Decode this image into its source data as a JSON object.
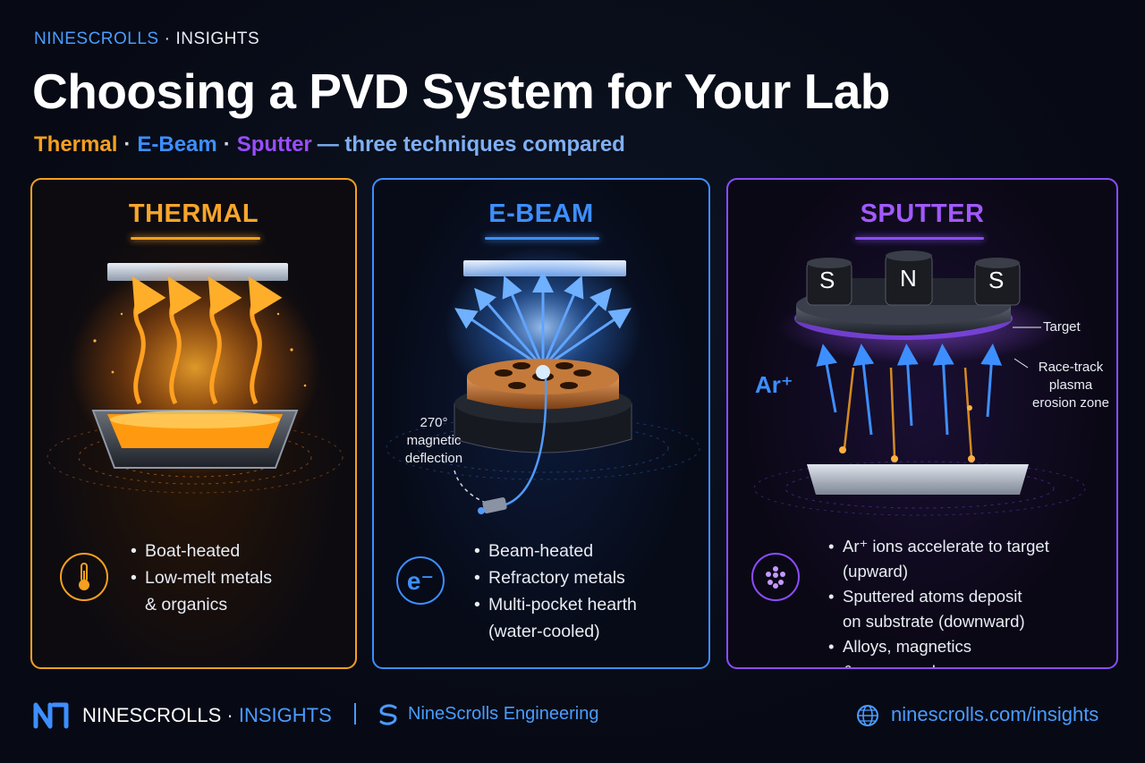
{
  "header": {
    "brand_primary": "NINESCROLLS",
    "brand_separator": "·",
    "brand_secondary": "INSIGHTS",
    "title": "Choosing a PVD System for Your Lab",
    "subtitle": {
      "thermal": "Thermal",
      "dot": "·",
      "ebeam": "E-Beam",
      "sputter": "Sputter",
      "rest": "— three techniques compared"
    }
  },
  "colors": {
    "thermal": "#f5a020",
    "ebeam": "#3d8fff",
    "sputter": "#8a4dff",
    "brand_blue": "#4a9cff",
    "background": "#070a14"
  },
  "cards": {
    "thermal": {
      "title": "THERMAL",
      "icon": "thermometer-icon",
      "bullets": [
        "Boat-heated",
        "Low-melt metals",
        "& organics"
      ]
    },
    "ebeam": {
      "title": "E-BEAM",
      "icon": "electron-icon",
      "icon_text": "e⁻",
      "deflection_label": [
        "270°",
        "magnetic",
        "deflection"
      ],
      "bullets": [
        "Beam-heated",
        "Refractory metals",
        "Multi-pocket hearth",
        "(water-cooled)"
      ]
    },
    "sputter": {
      "title": "SPUTTER",
      "icon": "atoms-icon",
      "magnets": [
        "S",
        "N",
        "S"
      ],
      "ion_label": "Ar⁺",
      "target_label": "Target",
      "racetrack_label": [
        "Race-track",
        "plasma",
        "erosion zone"
      ],
      "bullets": [
        "Ar⁺ ions accelerate to target (upward)",
        "Sputtered atoms deposit",
        "on substrate (downward)",
        "Alloys, magnetics",
        "& compounds"
      ]
    }
  },
  "footer": {
    "brand_primary": "NINESCROLLS",
    "brand_separator": "·",
    "brand_secondary": "INSIGHTS",
    "divider": "|",
    "engineering": "NineScrolls Engineering",
    "url": "ninescrolls.com/insights"
  }
}
